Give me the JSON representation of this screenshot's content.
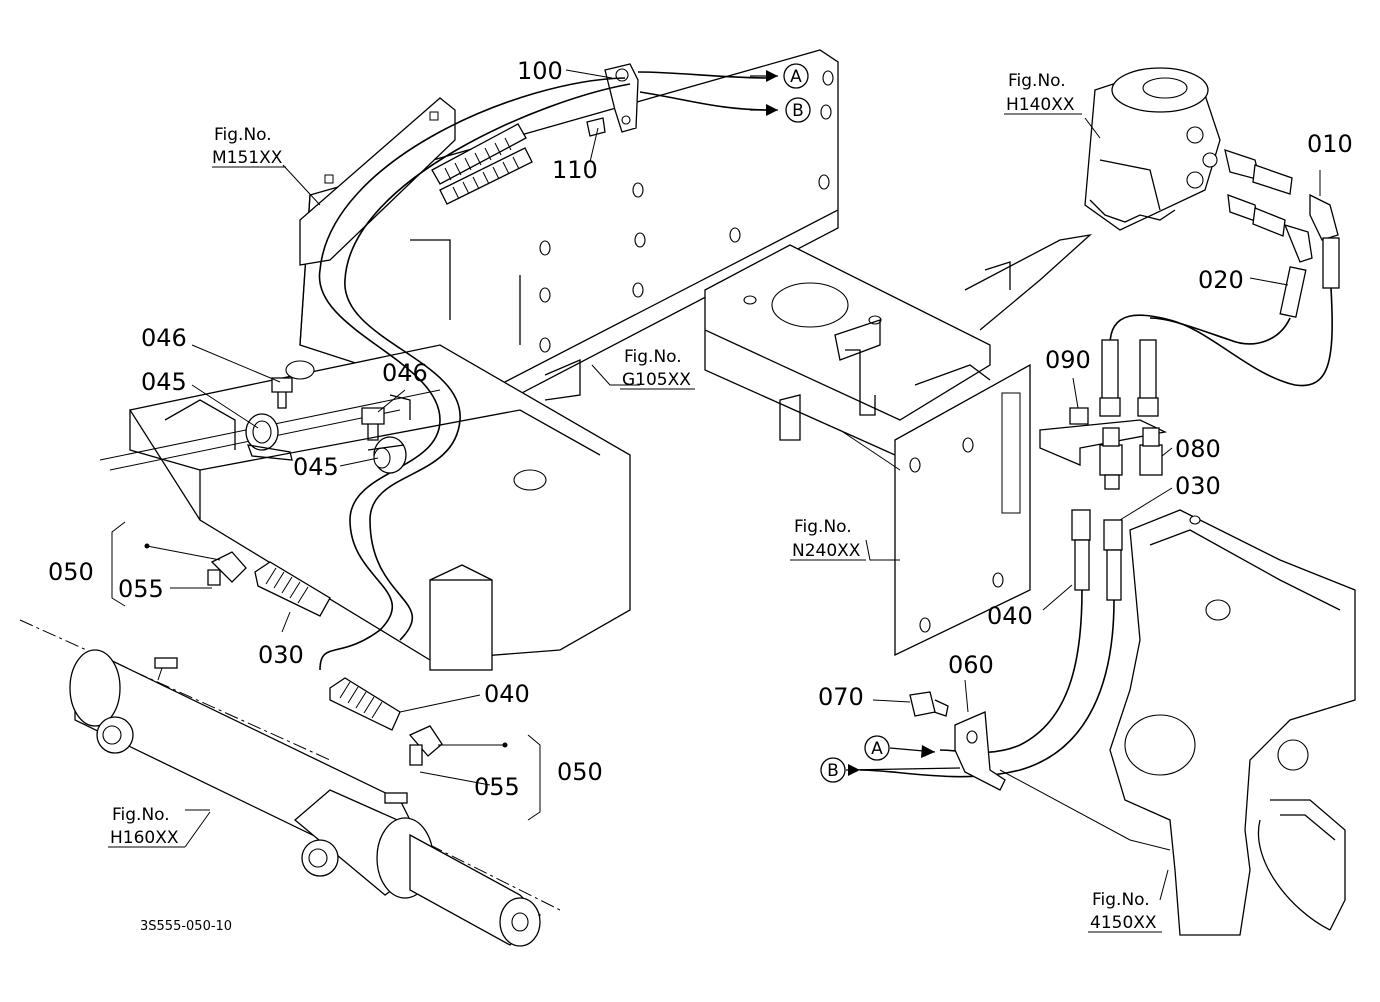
{
  "diagram_id": "3S555-050-10",
  "parts": {
    "p100": "100",
    "p110": "110",
    "p046a": "046",
    "p046b": "046",
    "p045a": "045",
    "p045b": "045",
    "p050a": "050",
    "p050b": "050",
    "p055a": "055",
    "p055b": "055",
    "p030a": "030",
    "p030b": "030",
    "p040a": "040",
    "p040b": "040",
    "p010": "010",
    "p020": "020",
    "p090": "090",
    "p080": "080",
    "p060": "060",
    "p070": "070"
  },
  "fig_refs": {
    "m151": {
      "label": "Fig.No.",
      "code": "M151XX"
    },
    "g105": {
      "label": "Fig.No.",
      "code": "G105XX"
    },
    "h160": {
      "label": "Fig.No.",
      "code": "H160XX"
    },
    "h140": {
      "label": "Fig.No.",
      "code": "H140XX"
    },
    "n240": {
      "label": "Fig.No.",
      "code": "N240XX"
    },
    "f4150": {
      "label": "Fig.No.",
      "code": "4150XX"
    }
  },
  "connectors": {
    "a_top": "A",
    "b_top": "B",
    "a_bottom": "A",
    "b_bottom": "B"
  }
}
